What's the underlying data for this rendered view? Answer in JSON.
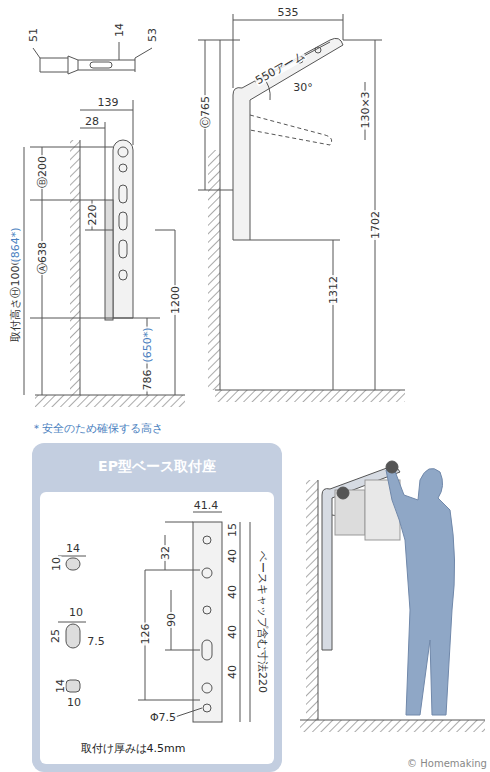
{
  "diagram": {
    "nodes": [
      {
        "text": [
          "EP型ベース取付座"
        ]
      }
    ],
    "labels": [
      "51",
      "14",
      "53",
      "139",
      "28",
      "Ⓑ200",
      "220",
      "取付高さⒽ1000",
      "(864*)",
      "Ⓐ638",
      "1200",
      "786",
      "(650*)",
      "535",
      "Ⓒ765",
      "550アーム",
      "30°",
      "130×3",
      "1702",
      "1312",
      "＊安全のため確保する高さ",
      "41.4",
      "14",
      "10",
      "10",
      "25",
      "7.5",
      "14",
      "10",
      "32",
      "15",
      "40",
      "40",
      "40",
      "40",
      "126",
      "90",
      "ベースキャップ含む寸法220",
      "Φ7.5",
      "取付け厚みは4.5mm",
      "© Homemaking"
    ]
  }
}
